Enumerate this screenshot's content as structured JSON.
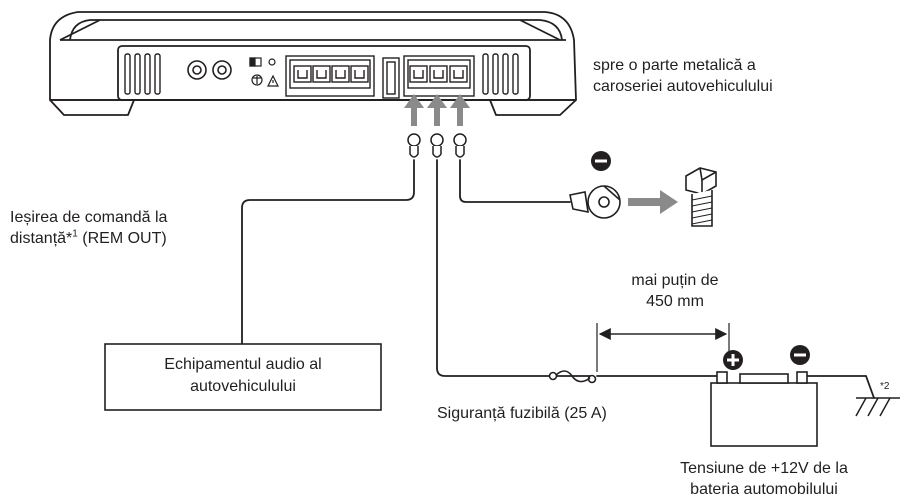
{
  "labels": {
    "ground_line1": "spre o parte metalică a",
    "ground_line2": "caroseriei autovehiculului",
    "rem_line1": "Ieșirea  de comandă la",
    "rem_line2a": "distanță*",
    "rem_sup": "1",
    "rem_line2b": " (REM OUT)",
    "distance_line1": "mai puțin de",
    "distance_line2": "450 mm",
    "head_unit_line1": "Echipamentul audio al",
    "head_unit_line2": "autovehiculului",
    "fuse": "Siguranță fuzibilă (25 A)",
    "battery_line1": "Tensiune de +12V  de la",
    "battery_line2": "bateria automobilului",
    "ground_note": "*2"
  },
  "colors": {
    "line": "#231f20",
    "arrow": "#8a8a8a",
    "text": "#231f20"
  },
  "icons": {
    "negative": "minus-circle-icon",
    "positive": "plus-circle-icon",
    "bolt": "bolt-icon",
    "ground": "ground-symbol-icon"
  }
}
